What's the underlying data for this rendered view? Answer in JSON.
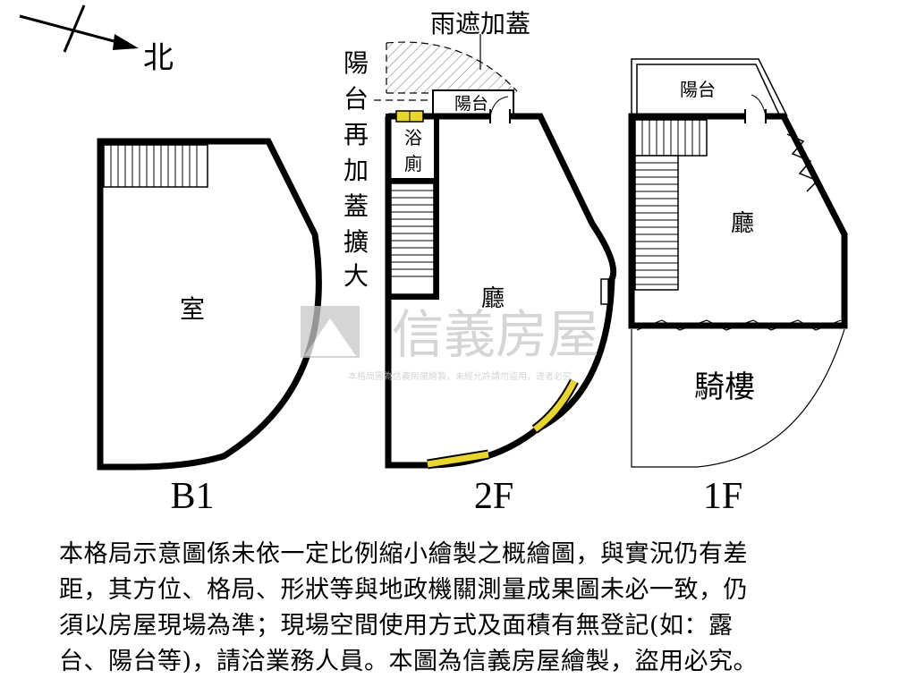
{
  "compass": {
    "north_label": "北"
  },
  "floors": {
    "b1": {
      "label": "B1",
      "room": "室"
    },
    "f2": {
      "label": "2F",
      "awning_note": "雨遮加蓋",
      "balcony_note": [
        "陽",
        "台",
        "再",
        "加",
        "蓋",
        "擴",
        "大"
      ],
      "balcony": "陽台",
      "bathroom": [
        "浴",
        "廁"
      ],
      "living_room": "廳"
    },
    "f1": {
      "label": "1F",
      "balcony": "陽台",
      "living_room": "廳",
      "arcade": "騎樓"
    }
  },
  "watermark": {
    "brand": "信義房屋",
    "notice": "本格局圖為信義房屋繪製，未經允許請勿盜用，違者必究"
  },
  "disclaimer": {
    "lines": [
      "本格局示意圖係未依一定比例縮小繪製之概繪圖，與實況仍有差",
      "距，其方位、格局、形狀等與地政機關測量成果圖未必一致，仍",
      "須以房屋現場為準；現場空間使用方式及面積有無登記(如：露",
      "台、陽台等)，請洽業務人員。本圖為信義房屋繪製，盜用必究。"
    ]
  },
  "colors": {
    "wall": "#000000",
    "window_fill": "#e8d62a",
    "watermark": "#c8c8c8"
  }
}
